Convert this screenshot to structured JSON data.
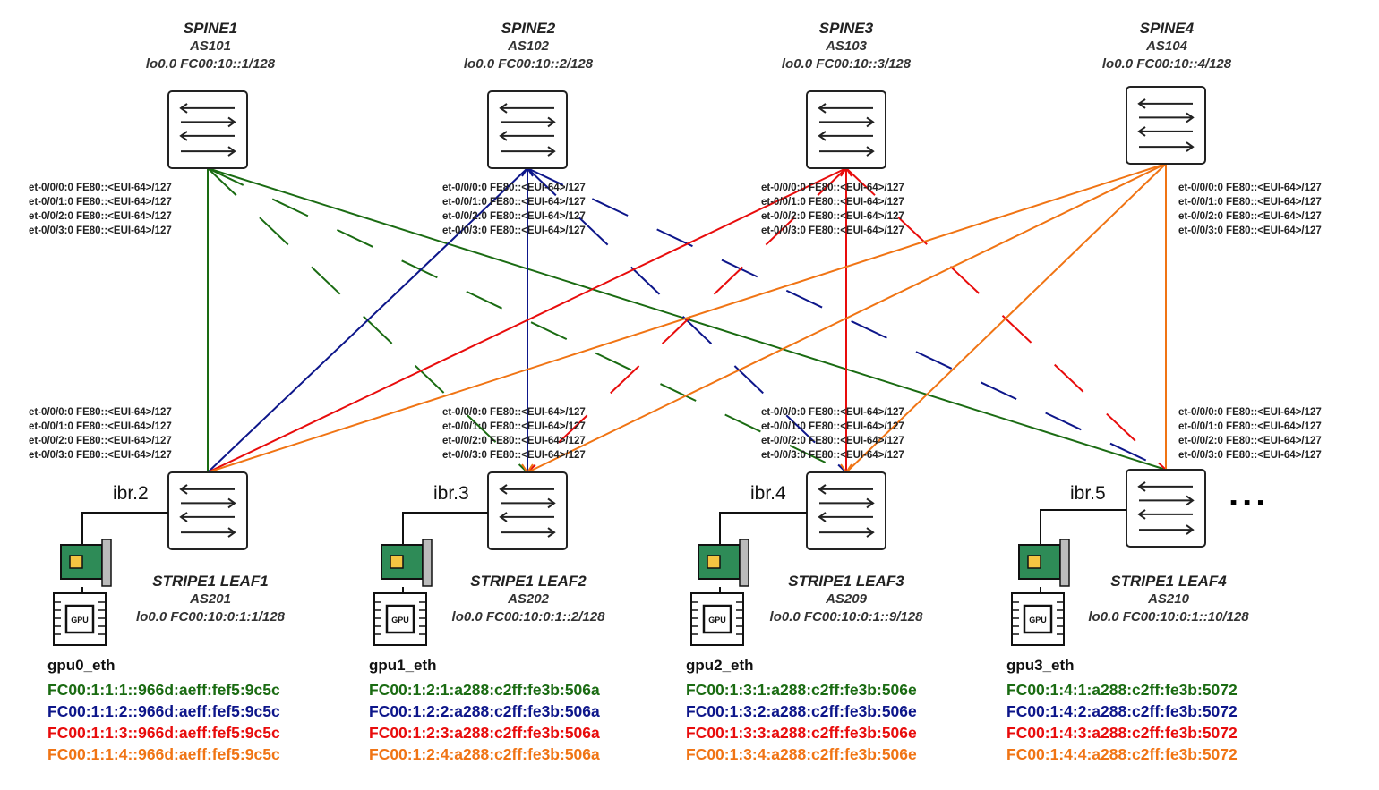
{
  "spines": [
    {
      "name": "SPINE1",
      "as": "AS101",
      "lo": "lo0.0 FC00:10::1/128"
    },
    {
      "name": "SPINE2",
      "as": "AS102",
      "lo": "lo0.0 FC00:10::2/128"
    },
    {
      "name": "SPINE3",
      "as": "AS103",
      "lo": "lo0.0 FC00:10::3/128"
    },
    {
      "name": "SPINE4",
      "as": "AS104",
      "lo": "lo0.0 FC00:10::4/128"
    }
  ],
  "interfaces": [
    "et-0/0/0:0 FE80::<EUI-64>/127",
    "et-0/0/1:0 FE80::<EUI-64>/127",
    "et-0/0/2:0 FE80::<EUI-64>/127",
    "et-0/0/3:0 FE80::<EUI-64>/127"
  ],
  "leaves": [
    {
      "name": "STRIPE1 LEAF1",
      "as": "AS201",
      "lo": "lo0.0 FC00:10:0:1:1/128",
      "ibr": "ibr.2"
    },
    {
      "name": "STRIPE1 LEAF2",
      "as": "AS202",
      "lo": "lo0.0 FC00:10:0:1::2/128",
      "ibr": "ibr.3"
    },
    {
      "name": "STRIPE1 LEAF3",
      "as": "AS209",
      "lo": "lo0.0 FC00:10:0:1::9/128",
      "ibr": "ibr.4"
    },
    {
      "name": "STRIPE1 LEAF4",
      "as": "AS210",
      "lo": "lo0.0 FC00:10:0:1::10/128",
      "ibr": "ibr.5"
    }
  ],
  "gpus": [
    {
      "name": "gpu0_eth",
      "chip_label": "GPU",
      "addresses": [
        "FC00:1:1:1::966d:aeff:fef5:9c5c",
        "FC00:1:1:2::966d:aeff:fef5:9c5c",
        "FC00:1:1:3::966d:aeff:fef5:9c5c",
        "FC00:1:1:4::966d:aeff:fef5:9c5c"
      ]
    },
    {
      "name": "gpu1_eth",
      "chip_label": "GPU",
      "addresses": [
        "FC00:1:2:1:a288:c2ff:fe3b:506a",
        "FC00:1:2:2:a288:c2ff:fe3b:506a",
        "FC00:1:2:3:a288:c2ff:fe3b:506a",
        "FC00:1:2:4:a288:c2ff:fe3b:506a"
      ]
    },
    {
      "name": "gpu2_eth",
      "chip_label": "GPU",
      "addresses": [
        "FC00:1:3:1:a288:c2ff:fe3b:506e",
        "FC00:1:3:2:a288:c2ff:fe3b:506e",
        "FC00:1:3:3:a288:c2ff:fe3b:506e",
        "FC00:1:3:4:a288:c2ff:fe3b:506e"
      ]
    },
    {
      "name": "gpu3_eth",
      "chip_label": "GPU",
      "addresses": [
        "FC00:1:4:1:a288:c2ff:fe3b:5072",
        "FC00:1:4:2:a288:c2ff:fe3b:5072",
        "FC00:1:4:3:a288:c2ff:fe3b:5072",
        "FC00:1:4:4:a288:c2ff:fe3b:5072"
      ]
    }
  ],
  "ellipsis": "...",
  "colors": {
    "spine1": "#1a6b12",
    "spine2": "#0d168a",
    "spine3": "#e80c0c",
    "spine4": "#f07414",
    "nic_board": "#2e8b57",
    "switch_border": "#222222"
  }
}
